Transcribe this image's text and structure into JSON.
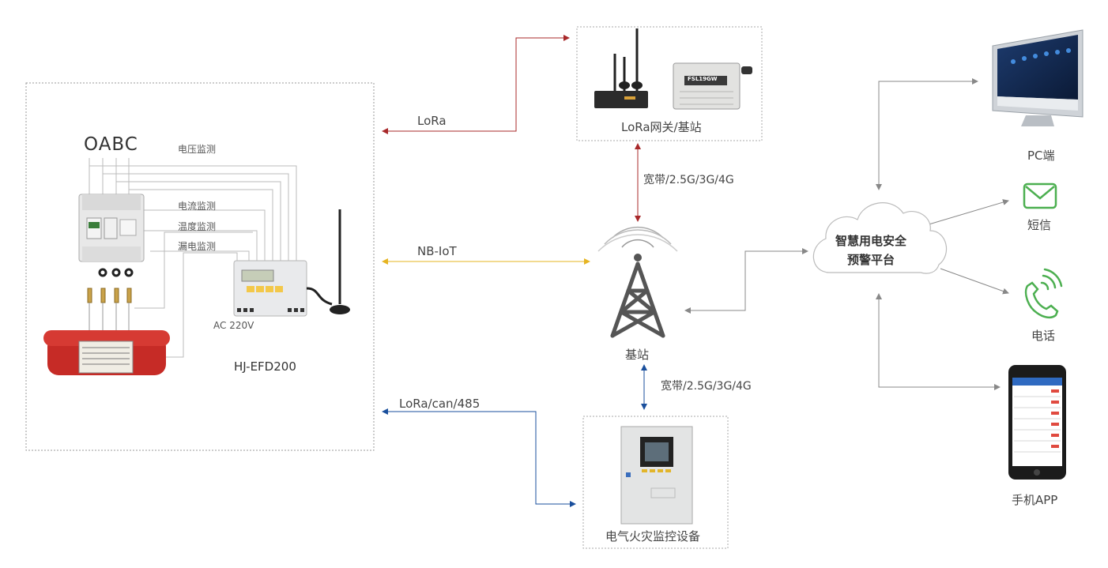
{
  "device_box": {
    "phases": "OABC",
    "monitor_labels": [
      "电压监测",
      "电流监测",
      "温度监测",
      "漏电监测"
    ],
    "power_label": "AC 220V",
    "model": "HJ-EFD200"
  },
  "links": {
    "lora": "LoRa",
    "nbiot": "NB-IoT",
    "lora_can_485": "LoRa/can/485",
    "broadband_top": "宽带/2.5G/3G/4G",
    "broadband_bottom": "宽带/2.5G/3G/4G"
  },
  "gateway": {
    "label": "LoRa网关/基站",
    "device_text": "FSL19GW"
  },
  "tower": {
    "label": "基站"
  },
  "fire_monitor": {
    "label": "电气火灾监控设备"
  },
  "platform": {
    "line1": "智慧用电安全",
    "line2": "预警平台"
  },
  "endpoints": {
    "pc": "PC端",
    "sms": "短信",
    "phone": "电话",
    "app": "手机APP"
  },
  "colors": {
    "lora": "#a8282a",
    "nbiot": "#e6b422",
    "bus": "#1a4f9c",
    "link": "#888888",
    "accent_green": "#4caf50",
    "breaker_red": "#c62b26"
  }
}
